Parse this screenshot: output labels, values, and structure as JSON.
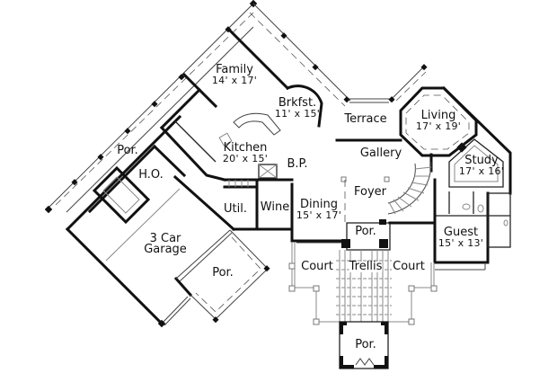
{
  "floor_plan": {
    "rooms": [
      {
        "name": "Family",
        "dims": "14' x 17'"
      },
      {
        "name": "Brkfst.",
        "dims": "11' x 15'"
      },
      {
        "name": "Terrace",
        "dims": ""
      },
      {
        "name": "Living",
        "dims": "17' x 19'"
      },
      {
        "name": "Kitchen",
        "dims": "20' x 15'"
      },
      {
        "name": "Gallery",
        "dims": ""
      },
      {
        "name": "Study",
        "dims": "17' x 16'"
      },
      {
        "name": "Por.",
        "dims": ""
      },
      {
        "name": "B.P.",
        "dims": ""
      },
      {
        "name": "H.O.",
        "dims": ""
      },
      {
        "name": "Foyer",
        "dims": ""
      },
      {
        "name": "Util.",
        "dims": ""
      },
      {
        "name": "Wine",
        "dims": ""
      },
      {
        "name": "Dining",
        "dims": "15' x 17'"
      },
      {
        "name": "3 Car Garage",
        "dims": ""
      },
      {
        "name": "Por.",
        "dims": ""
      },
      {
        "name": "Guest",
        "dims": "15' x 13'"
      },
      {
        "name": "Por.",
        "dims": ""
      },
      {
        "name": "Court",
        "dims": ""
      },
      {
        "name": "Trellis",
        "dims": ""
      },
      {
        "name": "Court",
        "dims": ""
      },
      {
        "name": "Por.",
        "dims": ""
      }
    ],
    "colors": {
      "wall": "#111111",
      "background": "#ffffff",
      "outline": "#444444"
    }
  }
}
